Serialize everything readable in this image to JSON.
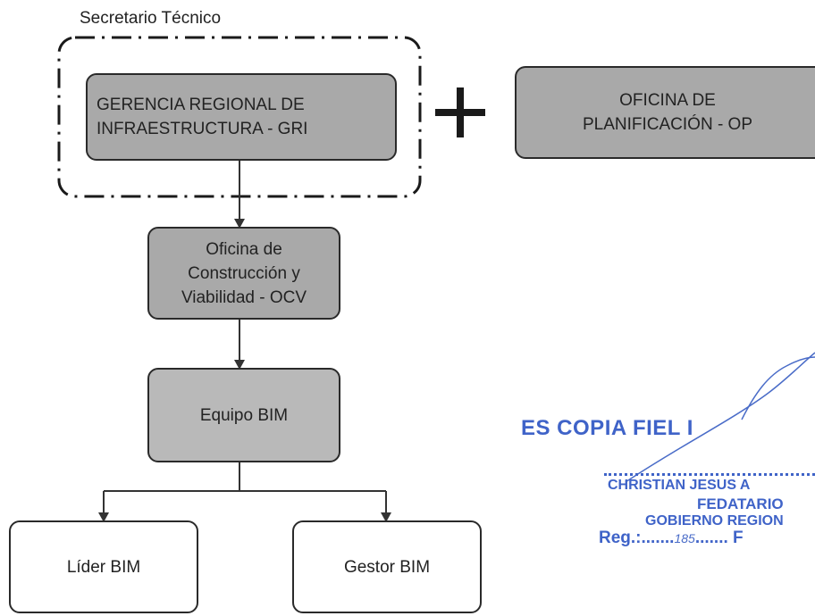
{
  "diagram": {
    "secretary_label": "Secretario Técnico",
    "nodes": {
      "gri": "GERENCIA REGIONAL DE\nINFRAESTRUCTURA - GRI",
      "op": "OFICINA DE\nPLANIFICACIÓN - OP",
      "ocv": "Oficina de\nConstrucción y\nViabilidad - OCV",
      "equipo": "Equipo BIM",
      "lider": "Líder BIM",
      "gestor": "Gestor BIM"
    }
  },
  "stamp": {
    "title": "ES COPIA FIEL I",
    "name": "CHRISTIAN JESUS A",
    "role": "FEDATARIO",
    "org": "GOBIERNO REGION",
    "reg_prefix": "Reg.:",
    "reg_number": "185",
    "reg_suffix": "F"
  },
  "colors": {
    "node_dark": "#a9a9a9",
    "node_light": "#b9b9b9",
    "stamp_blue": "#3f63c8"
  }
}
